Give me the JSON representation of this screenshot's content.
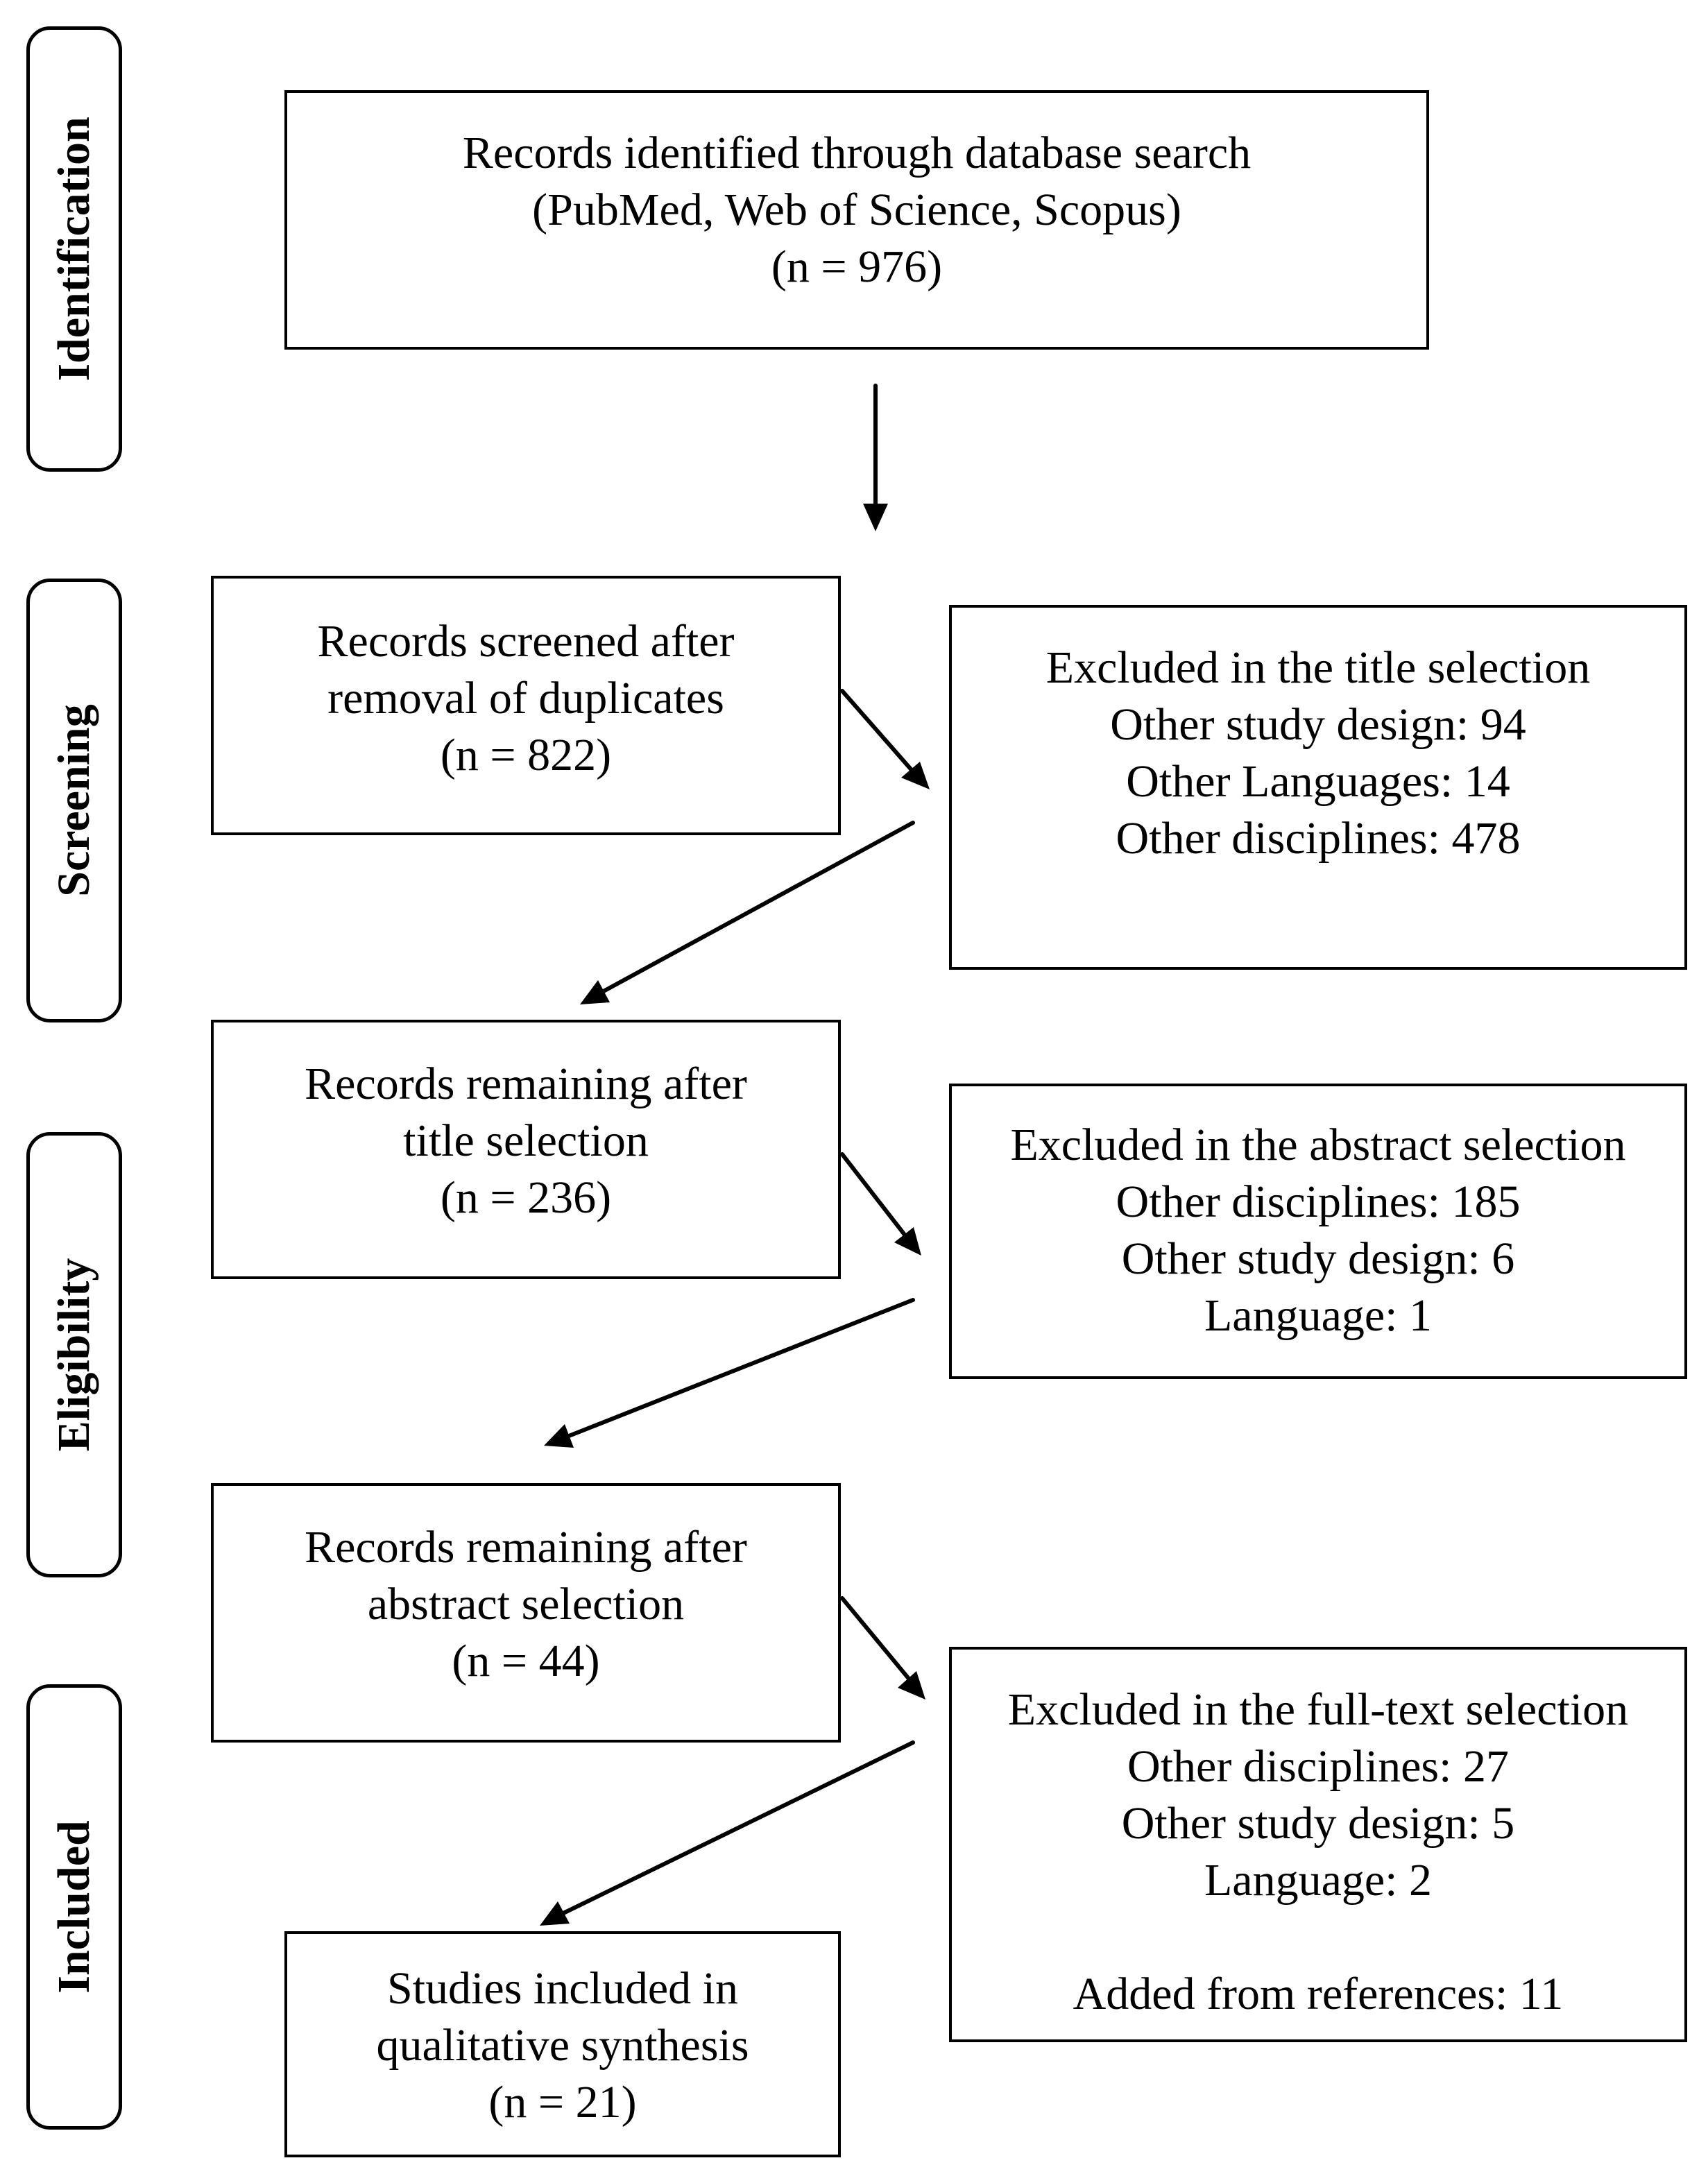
{
  "phases": {
    "identification": "Identification",
    "screening": "Screening",
    "eligibility": "Eligibility",
    "included": "Included"
  },
  "boxes": {
    "identified": [
      "Records identified through database search",
      "(PubMed, Web of Science, Scopus)",
      "(n = 976)"
    ],
    "screened": [
      "Records screened after",
      "removal of duplicates",
      "(n = 822)"
    ],
    "excluded_title": [
      "Excluded in the title selection",
      "Other study design: 94",
      "Other Languages: 14",
      "Other disciplines: 478"
    ],
    "after_title": [
      "Records remaining after",
      "title selection",
      "(n = 236)"
    ],
    "excluded_abstract": [
      "Excluded in the abstract selection",
      "Other disciplines: 185",
      "Other study design: 6",
      "Language: 1"
    ],
    "after_abstract": [
      "Records remaining after",
      "abstract selection",
      "(n = 44)"
    ],
    "excluded_fulltext": [
      "Excluded in the full-text selection",
      "Other disciplines: 27",
      "Other study design: 5",
      "Language: 2",
      "",
      "Added from references: 11"
    ],
    "included": [
      "Studies included in",
      "qualitative synthesis",
      "(n = 21)"
    ]
  }
}
